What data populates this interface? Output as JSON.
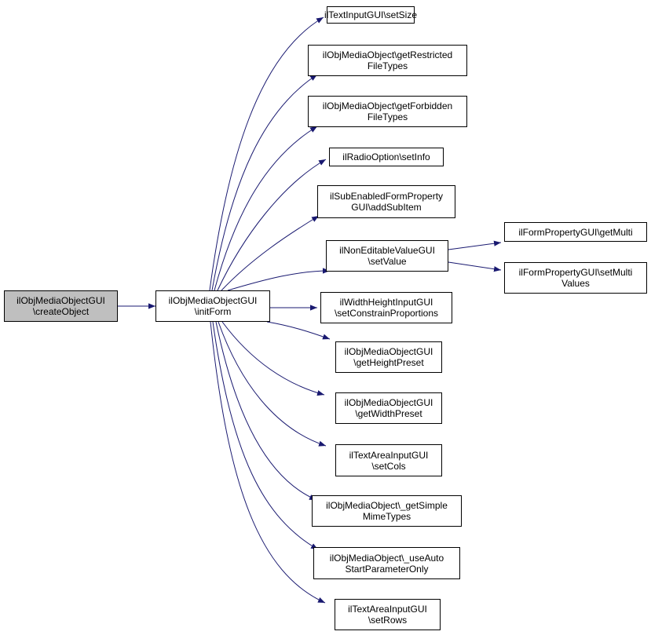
{
  "colors": {
    "edge": "#191970",
    "root_fill": "#bfbfbf",
    "node_fill": "#ffffff",
    "border": "#000000"
  },
  "nodes": [
    {
      "id": "createObject",
      "lines": [
        "ilObjMediaObjectGUI",
        "\\createObject"
      ],
      "root": true
    },
    {
      "id": "initForm",
      "lines": [
        "ilObjMediaObjectGUI",
        "\\initForm"
      ]
    },
    {
      "id": "setSize",
      "lines": [
        "ilTextInputGUI\\setSize"
      ]
    },
    {
      "id": "getRestricted",
      "lines": [
        "ilObjMediaObject\\getRestricted",
        "FileTypes"
      ]
    },
    {
      "id": "getForbidden",
      "lines": [
        "ilObjMediaObject\\getForbidden",
        "FileTypes"
      ]
    },
    {
      "id": "setInfo",
      "lines": [
        "ilRadioOption\\setInfo"
      ]
    },
    {
      "id": "addSubItem",
      "lines": [
        "ilSubEnabledFormProperty",
        "GUI\\addSubItem"
      ]
    },
    {
      "id": "setValue",
      "lines": [
        "ilNonEditableValueGUI",
        "\\setValue"
      ]
    },
    {
      "id": "getMulti",
      "lines": [
        "ilFormPropertyGUI\\getMulti"
      ]
    },
    {
      "id": "setMultiValues",
      "lines": [
        "ilFormPropertyGUI\\setMulti",
        "Values"
      ]
    },
    {
      "id": "setConstrain",
      "lines": [
        "ilWidthHeightInputGUI",
        "\\setConstrainProportions"
      ]
    },
    {
      "id": "getHeightPreset",
      "lines": [
        "ilObjMediaObjectGUI",
        "\\getHeightPreset"
      ]
    },
    {
      "id": "getWidthPreset",
      "lines": [
        "ilObjMediaObjectGUI",
        "\\getWidthPreset"
      ]
    },
    {
      "id": "setCols",
      "lines": [
        "ilTextAreaInputGUI",
        "\\setCols"
      ]
    },
    {
      "id": "getSimpleMime",
      "lines": [
        "ilObjMediaObject\\_getSimple",
        "MimeTypes"
      ]
    },
    {
      "id": "useAutoStart",
      "lines": [
        "ilObjMediaObject\\_useAuto",
        "StartParameterOnly"
      ]
    },
    {
      "id": "setRows",
      "lines": [
        "ilTextAreaInputGUI",
        "\\setRows"
      ]
    }
  ],
  "edges": [
    {
      "from": "createObject",
      "to": "initForm"
    },
    {
      "from": "initForm",
      "to": "setSize"
    },
    {
      "from": "initForm",
      "to": "getRestricted"
    },
    {
      "from": "initForm",
      "to": "getForbidden"
    },
    {
      "from": "initForm",
      "to": "setInfo"
    },
    {
      "from": "initForm",
      "to": "addSubItem"
    },
    {
      "from": "initForm",
      "to": "setValue"
    },
    {
      "from": "initForm",
      "to": "setConstrain"
    },
    {
      "from": "initForm",
      "to": "getHeightPreset"
    },
    {
      "from": "initForm",
      "to": "getWidthPreset"
    },
    {
      "from": "initForm",
      "to": "setCols"
    },
    {
      "from": "initForm",
      "to": "getSimpleMime"
    },
    {
      "from": "initForm",
      "to": "useAutoStart"
    },
    {
      "from": "initForm",
      "to": "setRows"
    },
    {
      "from": "setValue",
      "to": "getMulti"
    },
    {
      "from": "setValue",
      "to": "setMultiValues"
    }
  ]
}
